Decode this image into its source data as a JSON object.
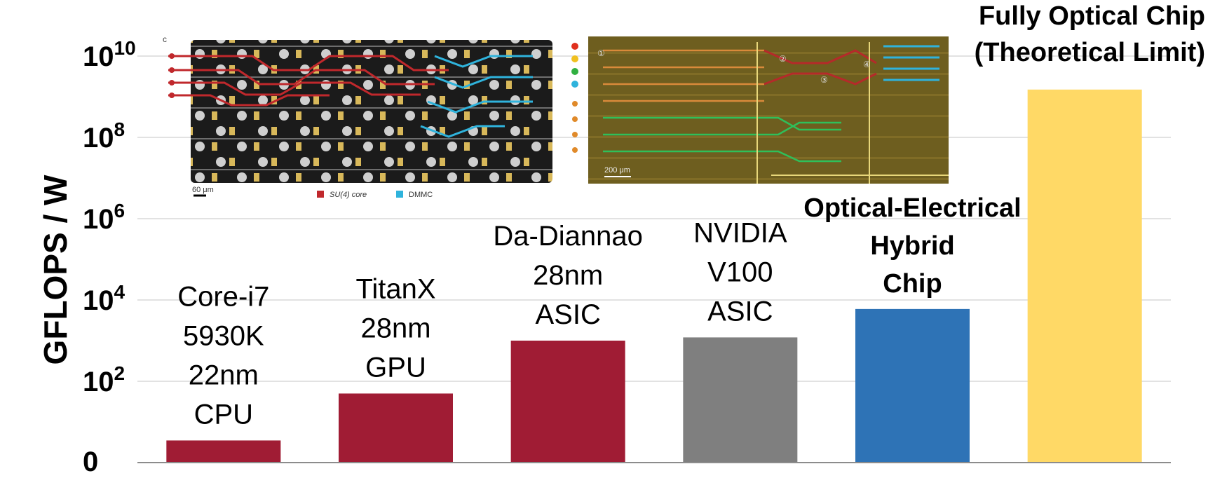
{
  "chart_data": {
    "type": "bar",
    "ylabel": "GFLOPS / W",
    "scale": "log",
    "ylim": [
      1,
      100000000000
    ],
    "yticks": [
      {
        "label": "0",
        "value": 1
      },
      {
        "label": "10",
        "exp": "2",
        "value": 100
      },
      {
        "label": "10",
        "exp": "4",
        "value": 10000
      },
      {
        "label": "10",
        "exp": "6",
        "value": 1000000
      },
      {
        "label": "10",
        "exp": "8",
        "value": 100000000
      },
      {
        "label": "10",
        "exp": "10",
        "value": 10000000000
      }
    ],
    "grid": true,
    "categories": [
      {
        "lines": [
          "Core-i7",
          "5930K",
          "22nm",
          "CPU"
        ],
        "bold": false
      },
      {
        "lines": [
          "TitanX",
          "28nm",
          "GPU"
        ],
        "bold": false
      },
      {
        "lines": [
          "Da-Diannao",
          "28nm",
          "ASIC"
        ],
        "bold": false
      },
      {
        "lines": [
          "NVIDIA",
          "V100",
          "ASIC"
        ],
        "bold": false
      },
      {
        "lines": [
          "Optical-Electrical",
          "Hybrid",
          "Chip"
        ],
        "bold": true
      },
      {
        "lines": [
          "Fully Optical Chip",
          "(Theoretical Limit)"
        ],
        "bold": true
      }
    ],
    "values": [
      3.5,
      50,
      1000,
      1200,
      6000,
      1500000000
    ],
    "colors": [
      "#a01c34",
      "#a01c34",
      "#a01c34",
      "#7f7f7f",
      "#2e73b6",
      "#ffd966"
    ]
  },
  "inset_images": {
    "left": {
      "panel_label": "c",
      "scale_label": "60 μm",
      "legend": [
        {
          "label": "SU(4) core",
          "color": "#c0282c"
        },
        {
          "label": "DMMC",
          "color": "#2fb3dc"
        }
      ]
    },
    "right": {
      "scale_label": "200 μm",
      "markers": [
        "①",
        "②",
        "③",
        "④"
      ]
    }
  }
}
